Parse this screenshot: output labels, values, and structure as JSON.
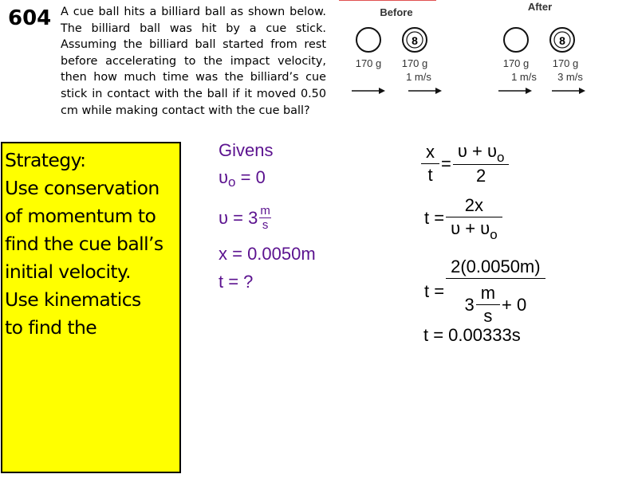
{
  "problem": {
    "number": "604",
    "text": "A cue ball hits a billiard ball as shown below. The billiard ball was hit by a cue stick. Assuming the billiard ball started from rest before accelerating to the impact velocity, then how much time was the billiard’s cue stick in contact with the ball if it moved 0.50 cm while making contact with the cue ball?"
  },
  "figure": {
    "before": {
      "title": "Before",
      "cue_ball": {
        "mass": "170 g",
        "velocity": ""
      },
      "eight_ball": {
        "label": "8",
        "mass": "170 g",
        "velocity": "1 m/s"
      }
    },
    "after": {
      "title": "After",
      "cue_ball": {
        "mass": "170 g",
        "velocity": "1 m/s"
      },
      "eight_ball": {
        "label": "8",
        "mass": "170 g",
        "velocity": "3 m/s"
      }
    }
  },
  "strategy": {
    "lines": [
      "Strategy:",
      "Use conservation",
      "of momentum to",
      "find the cue ball’s",
      "initial velocity.",
      "Use kinematics",
      "to find the"
    ],
    "background": "#ffff00"
  },
  "givens": {
    "title": "Givens",
    "v0": {
      "lhs": "υ",
      "sub": "o",
      "rhs": "= 0"
    },
    "v": {
      "lhs": "υ = 3",
      "unit_num": "m",
      "unit_den": "s"
    },
    "x": "x = 0.0050m",
    "t": "t = ?",
    "color": "#5b128f"
  },
  "work": {
    "eq1": {
      "lhs_num": "x",
      "lhs_den": "t",
      "op": "=",
      "rhs_num": "υ + υ",
      "rhs_num_sub": "o",
      "rhs_den": "2"
    },
    "eq2": {
      "lhs": "t =",
      "num": "2x",
      "den": "υ + υ",
      "den_sub": "o"
    },
    "eq3": {
      "lhs": "t =",
      "num": "2(0.0050m)",
      "den_pre": "3",
      "den_unit_num": "m",
      "den_unit_den": "s",
      "den_post": "+ 0"
    },
    "eq4": "t = 0.00333s"
  }
}
